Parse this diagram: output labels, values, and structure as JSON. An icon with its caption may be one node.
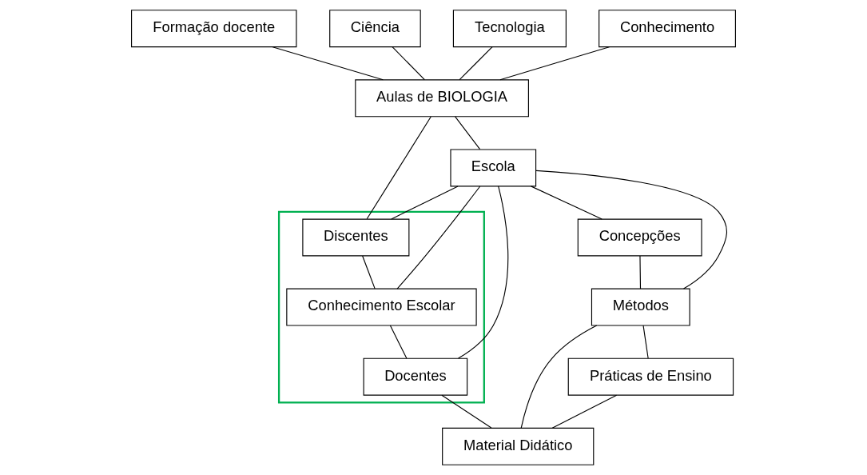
{
  "diagram": {
    "nodes": [
      {
        "text": [
          "Formação docente"
        ]
      },
      {
        "text": [
          "Ciência"
        ]
      },
      {
        "text": [
          "Aulas de BIOLOGIA"
        ]
      },
      {
        "text": [
          "Tecnologia"
        ]
      },
      {
        "text": [],
        "shape": "box"
      },
      {
        "text": [
          "Discentes"
        ],
        "in": 4
      },
      {
        "text": [
          "Conhecimento Escolar"
        ],
        "in": 4
      },
      {
        "text": [
          "Docentes"
        ],
        "in": 4
      },
      {
        "text": [
          "Escola"
        ]
      },
      {
        "text": [
          "Conhecimento"
        ]
      },
      {
        "text": [
          "Concepções"
        ]
      },
      {
        "text": [
          "Métodos"
        ]
      },
      {
        "text": [
          "Material Didático"
        ]
      },
      {
        "text": [
          "Práticas de Ensino"
        ]
      }
    ],
    "edges": [
      {
        "from": 0,
        "to": 2,
        "arrow": "none"
      },
      {
        "from": 1,
        "to": 2,
        "arrow": "none"
      },
      {
        "from": 2,
        "to": 5,
        "arrow": "none"
      },
      {
        "from": 3,
        "to": 2,
        "arrow": "none"
      },
      {
        "from": 9,
        "to": 2,
        "arrow": "none"
      },
      {
        "from": 2,
        "to": 8,
        "arrow": "none"
      },
      {
        "from": 8,
        "to": 5,
        "arrow": "none"
      },
      {
        "from": 8,
        "to": 6,
        "arrow": "none"
      },
      {
        "from": 8,
        "to": 7,
        "arrow": "none"
      },
      {
        "from": 5,
        "to": 6,
        "arrow": "none"
      },
      {
        "from": 6,
        "to": 7,
        "arrow": "none"
      },
      {
        "from": 8,
        "to": 10,
        "arrow": "none"
      },
      {
        "from": 8,
        "to": 11,
        "arrow": "none"
      },
      {
        "from": 10,
        "to": 11,
        "arrow": "none"
      },
      {
        "from": 11,
        "to": 13,
        "arrow": "none"
      },
      {
        "from": 7,
        "to": 12,
        "arrow": "none"
      },
      {
        "from": 11,
        "to": 12,
        "arrow": "none"
      },
      {
        "from": 13,
        "to": 12,
        "arrow": "none"
      }
    ]
  }
}
